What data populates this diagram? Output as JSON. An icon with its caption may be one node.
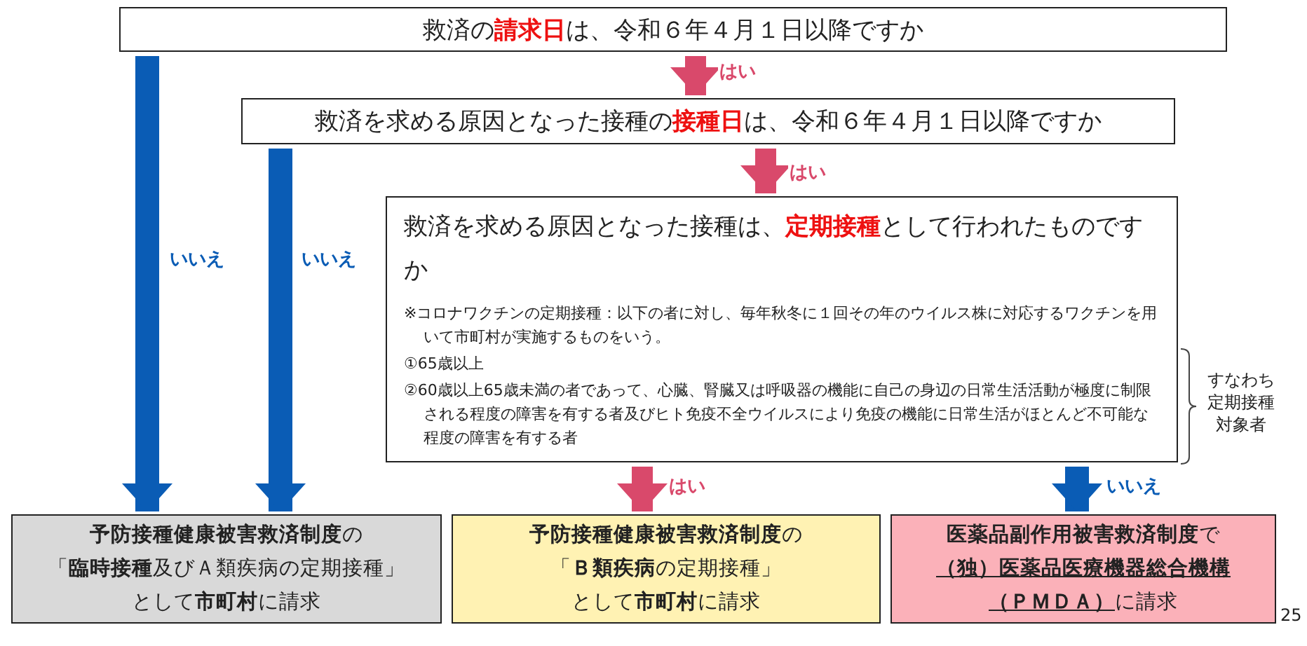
{
  "diagram": {
    "nodes": [
      {
        "text": [
          "救済の**請求日**は、令和６年４月１日以降ですか"
        ]
      },
      {
        "text": [
          "救済を求める原因となった接種の**接種日**は、令和６年４月１日以降ですか"
        ]
      },
      {
        "text": [
          "救済を求める原因となった接種は、**定期接種**として行われたものですか",
          "※コロナワクチンの定期接種：以下の者に対し、毎年秋冬に１回その年のウイルス株に対応するワクチンを用いて市町村が実施するものをいう。",
          "①65歳以上",
          "②60歳以上65歳未満の者であって、心臓、腎臓又は呼吸器の機能に自己の身辺の日常生活活動が極度に制限される程度の障害を有する者及びヒト免疫不全ウイルスにより免疫の機能に日常生活がほとんど不可能な程度の障害を有する者"
        ],
        "beside": [
          "すなわち定期接種対象者"
        ]
      },
      {
        "text": [
          "**予防接種健康被害救済制度**の",
          "「**臨時接種**及びＡ類疾病の定期接種」",
          "として**市町村**に請求"
        ]
      },
      {
        "text": [
          "**予防接種健康被害救済制度**の",
          "「**Ｂ類疾病**の定期接種」",
          "として**市町村**に請求"
        ]
      },
      {
        "text": [
          "**医薬品副作用被害救済制度**で",
          "**（独）医薬品医療機器総合機構**",
          "**（ＰＭＤＡ）**に請求"
        ]
      }
    ],
    "edges": [
      {
        "from": 0,
        "to": 3,
        "arrow": "to",
        "label": "いいえ",
        "color": "#0a5cb5"
      },
      {
        "from": 0,
        "to": 1,
        "arrow": "to",
        "label": "はい",
        "color": "#d9496b"
      },
      {
        "from": 1,
        "to": 3,
        "arrow": "to",
        "label": "いいえ",
        "color": "#0a5cb5"
      },
      {
        "from": 1,
        "to": 2,
        "arrow": "to",
        "label": "はい",
        "color": "#d9496b"
      },
      {
        "from": 2,
        "to": 4,
        "arrow": "to",
        "label": "はい",
        "color": "#d9496b"
      },
      {
        "from": 2,
        "to": 5,
        "arrow": "to",
        "label": "いいえ",
        "color": "#0a5cb5"
      }
    ],
    "labels": [
      "25"
    ]
  }
}
